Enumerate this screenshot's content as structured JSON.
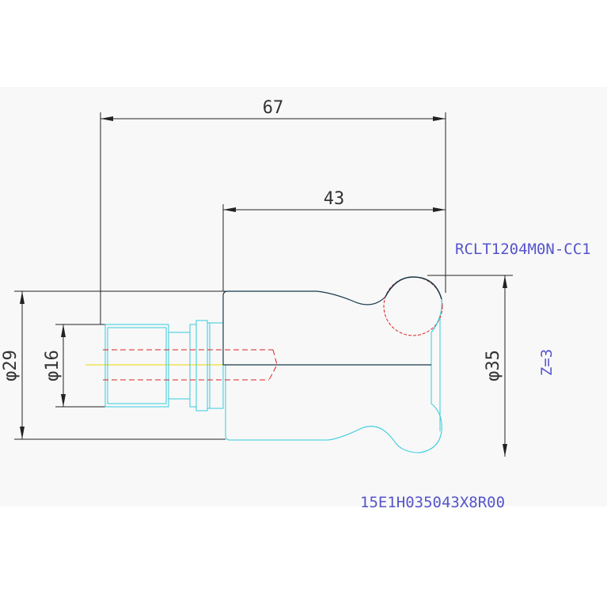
{
  "drawing": {
    "dimensions": {
      "overall_length": "67",
      "head_length": "43",
      "dia_shank": "φ29",
      "dia_thread": "φ16",
      "dia_cutter": "φ35"
    },
    "insert_code": "RCLT1204M0N-CC1",
    "teeth": "Z=3",
    "part_number": "15E1H035043X8R00"
  },
  "colors": {
    "background_panel": "#f8f8f8",
    "dimension": "#222222",
    "body_outline": "#1a3a4a",
    "cyan_outline": "#33ccdd",
    "insert_red": "#dd2222",
    "annotation_blue": "#5555cc",
    "center_line": "#e6d800"
  }
}
